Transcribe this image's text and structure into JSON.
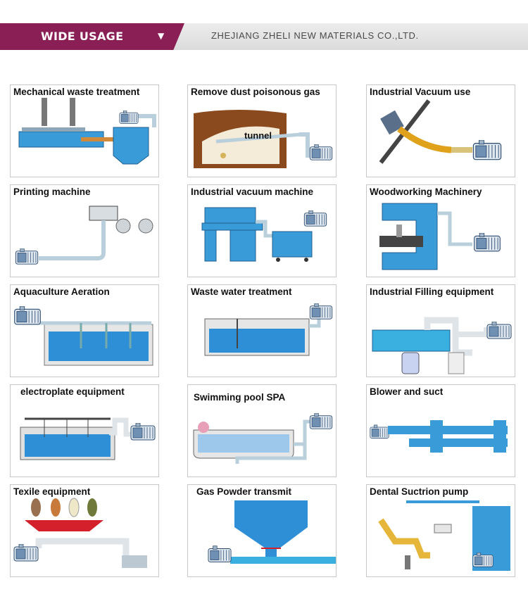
{
  "banner": {
    "title": "WIDE USAGE",
    "arrow": "▼",
    "company": "ZHEJIANG ZHELI NEW MATERIALS CO.,LTD.",
    "colors": {
      "accent": "#8a1f55",
      "background": "#e3e3e3"
    }
  },
  "panels": [
    {
      "title": "Mechanical waste treatment"
    },
    {
      "title": "Remove dust  poisonous gas",
      "label": "tunnel"
    },
    {
      "title": "Industrial Vacuum use"
    },
    {
      "title": "Printing machine"
    },
    {
      "title": "Industrial vacuum machine"
    },
    {
      "title": "Woodworking Machinery"
    },
    {
      "title": "Aquaculture Aeration"
    },
    {
      "title": "Waste water treatment"
    },
    {
      "title": "Industrial Filling equipment"
    },
    {
      "title": "electroplate equipment"
    },
    {
      "title": "Swimming pool SPA"
    },
    {
      "title": "Blower and suct"
    },
    {
      "title": "Texile equipment"
    },
    {
      "title": "Gas Powder transmit"
    },
    {
      "title": "Dental Suctrion pump"
    }
  ],
  "colors": {
    "pipe": "#b9cfdc",
    "machine": "#3a9bd9",
    "water": "#2f8fd6",
    "blower": "#5a7aa0"
  }
}
